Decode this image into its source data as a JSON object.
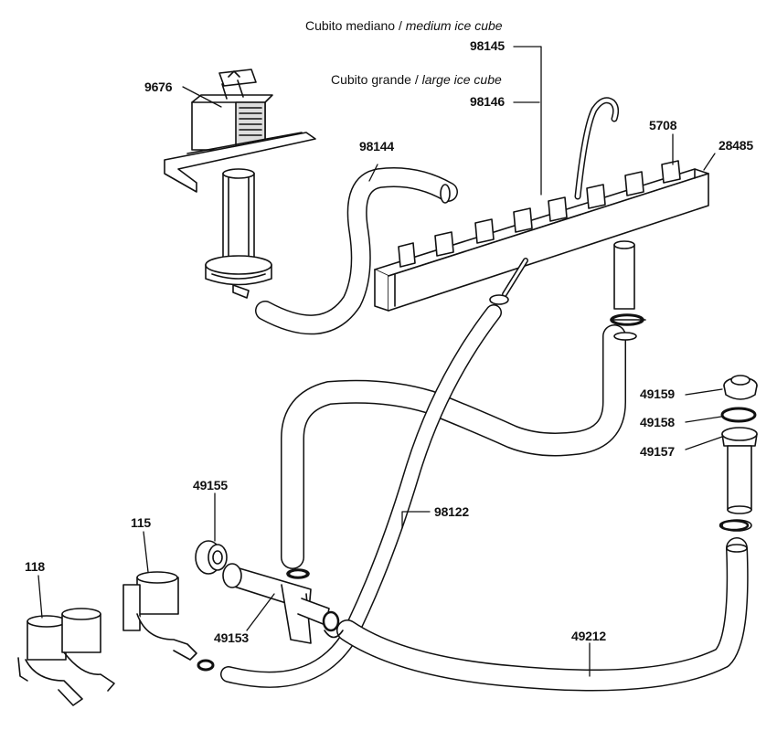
{
  "captions": {
    "medium": {
      "it": "Cubito mediano",
      "sep": " / ",
      "en": "medium ice cube"
    },
    "large": {
      "it": "Cubito grande",
      "sep": " / ",
      "en": "large ice cube"
    }
  },
  "parts": {
    "p98145": "98145",
    "p98146": "98146",
    "p9676": "9676",
    "p98144": "98144",
    "p5708": "5708",
    "p28485": "28485",
    "p49159": "49159",
    "p49158": "49158",
    "p49157": "49157",
    "p49155": "49155",
    "p98122": "98122",
    "p115": "115",
    "p118": "118",
    "p49153": "49153",
    "p49212": "49212"
  }
}
